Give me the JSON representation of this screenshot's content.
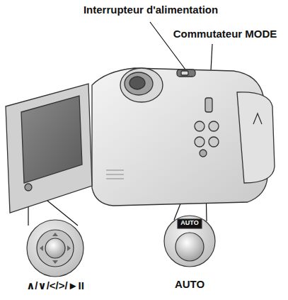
{
  "diagram": {
    "labels": [
      "Interrupteur d'alimentation",
      "Commutateur MODE",
      "AUTO",
      "∧/∨/</>/►II",
      "AUTO"
    ]
  }
}
